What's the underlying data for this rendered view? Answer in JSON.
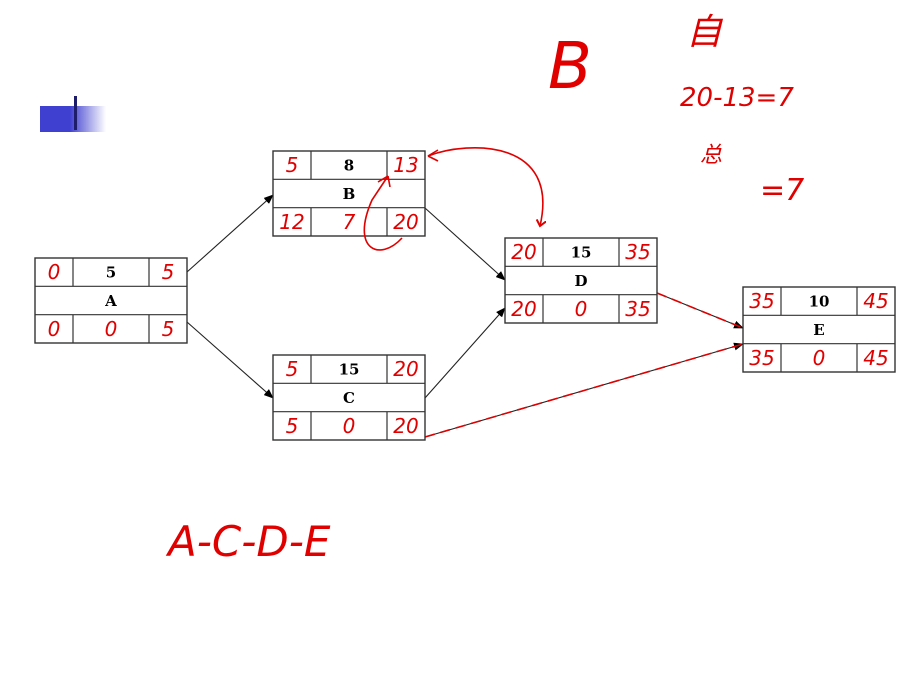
{
  "colors": {
    "ink": "#000000",
    "annotation": "#e00000",
    "accent": "#3f3fd0"
  },
  "slide": {
    "bullet_icon": "square-bullet"
  },
  "nodes": [
    {
      "id": "A",
      "duration": "5",
      "es": "0",
      "ef": "5",
      "ls": "0",
      "tf": "0",
      "lf": "5"
    },
    {
      "id": "B",
      "duration": "8",
      "es": "5",
      "ef": "13",
      "ls": "12",
      "tf": "7",
      "lf": "20"
    },
    {
      "id": "C",
      "duration": "15",
      "es": "5",
      "ef": "20",
      "ls": "5",
      "tf": "0",
      "lf": "20"
    },
    {
      "id": "D",
      "duration": "15",
      "es": "20",
      "ef": "35",
      "ls": "20",
      "tf": "0",
      "lf": "35"
    },
    {
      "id": "E",
      "duration": "10",
      "es": "35",
      "ef": "45",
      "ls": "35",
      "tf": "0",
      "lf": "45"
    }
  ],
  "edges": [
    {
      "from": "A",
      "to": "B"
    },
    {
      "from": "A",
      "to": "C"
    },
    {
      "from": "B",
      "to": "D"
    },
    {
      "from": "C",
      "to": "D"
    },
    {
      "from": "D",
      "to": "E",
      "critical": true
    },
    {
      "from": "C",
      "to": "E",
      "critical": true
    }
  ],
  "annotations": {
    "big_letter": "B",
    "char_top": "自",
    "calc_line": "20-13=7",
    "char_mid": "总",
    "calc_line2": "=7",
    "critical_path": "A-C-D-E"
  }
}
